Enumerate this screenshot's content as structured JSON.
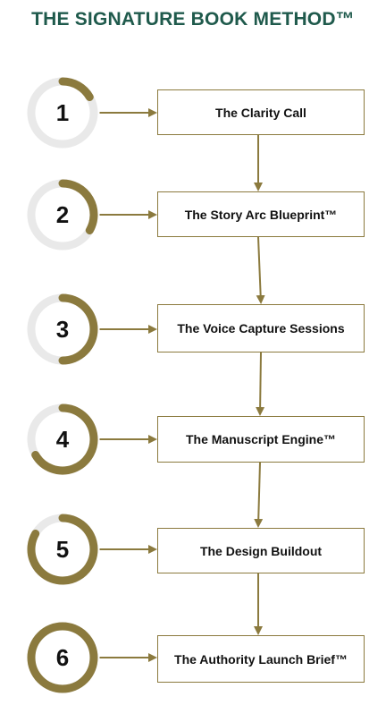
{
  "title": "THE SIGNATURE BOOK METHOD™",
  "colors": {
    "title": "#1f5a4c",
    "accent": "#8b7a3e",
    "ring_track": "#e9e9e9",
    "text": "#111111"
  },
  "steps": [
    {
      "number": "1",
      "label": "The Clarity Call",
      "progress": 0.1667
    },
    {
      "number": "2",
      "label": "The Story Arc Blueprint™",
      "progress": 0.3333
    },
    {
      "number": "3",
      "label": "The Voice Capture Sessions",
      "progress": 0.5
    },
    {
      "number": "4",
      "label": "The Manuscript Engine™",
      "progress": 0.6667
    },
    {
      "number": "5",
      "label": "The Design Buildout",
      "progress": 0.8333
    },
    {
      "number": "6",
      "label": "The Authority Launch Brief™",
      "progress": 1.0
    }
  ]
}
